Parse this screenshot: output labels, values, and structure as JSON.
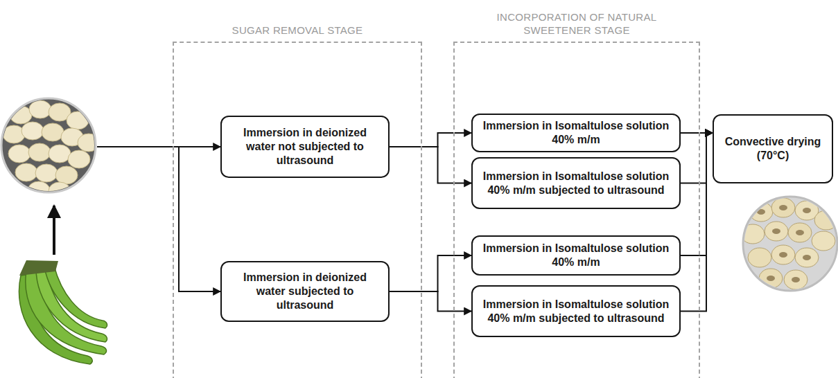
{
  "diagram": {
    "nodes": [
      {
        "text": [
          "SUGAR REMOVAL STAGE"
        ]
      },
      {
        "text": [
          "Immersion in deionized water not subjected to ultrasound"
        ],
        "in": 0
      },
      {
        "text": [
          "Immersion in deionized water subjected to ultrasound"
        ],
        "in": 0
      },
      {
        "text": [
          "INCORPORATION OF NATURAL SWEETENER STAGE"
        ]
      },
      {
        "text": [
          "Immersion in Isomaltulose solution 40% m/m"
        ],
        "in": 3
      },
      {
        "text": [
          "Immersion in Isomaltulose solution 40% m/m subjected to ultrasound"
        ],
        "in": 3
      },
      {
        "text": [
          "Immersion in Isomaltulose solution 40% m/m"
        ],
        "in": 3
      },
      {
        "text": [
          "Immersion in Isomaltulose solution 40% m/m subjected to ultrasound"
        ],
        "in": 3
      },
      {
        "text": [
          "Convective drying (70°C)"
        ]
      }
    ],
    "edges": [
      {
        "from": 1,
        "to": 4,
        "arrow": "to"
      },
      {
        "from": 1,
        "to": 5,
        "arrow": "to"
      },
      {
        "from": 2,
        "to": 6,
        "arrow": "to"
      },
      {
        "from": 2,
        "to": 7,
        "arrow": "to"
      },
      {
        "from": 4,
        "to": 8,
        "arrow": "to"
      },
      {
        "from": 5,
        "to": 8,
        "arrow": "to"
      },
      {
        "from": 6,
        "to": 8,
        "arrow": "to"
      },
      {
        "from": 7,
        "to": 8,
        "arrow": "to"
      }
    ]
  }
}
